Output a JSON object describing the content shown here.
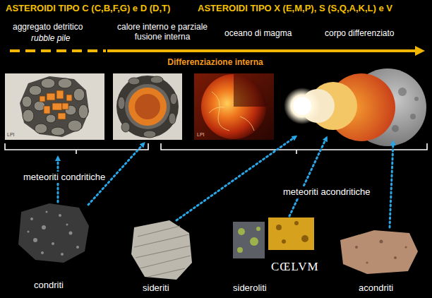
{
  "diagram": {
    "labels": [
      "ASTEROIDI TIPO C (C,B,F,G) e D (D,T)",
      "ASTEROIDI TIPO X (E,M,P), S (S,Q,A,K,L) e V",
      "aggregato detritico",
      "rubble pile",
      "calore interno e parziale fusione interna",
      "oceano di magma",
      "corpo differenziato",
      "Differenziazione interna",
      "LPI",
      "LPI",
      "meteoriti condritiche",
      "meteoriti acondritiche",
      "CŒLVM",
      "condriti",
      "sideriti",
      "sideroliti",
      "acondriti"
    ]
  }
}
